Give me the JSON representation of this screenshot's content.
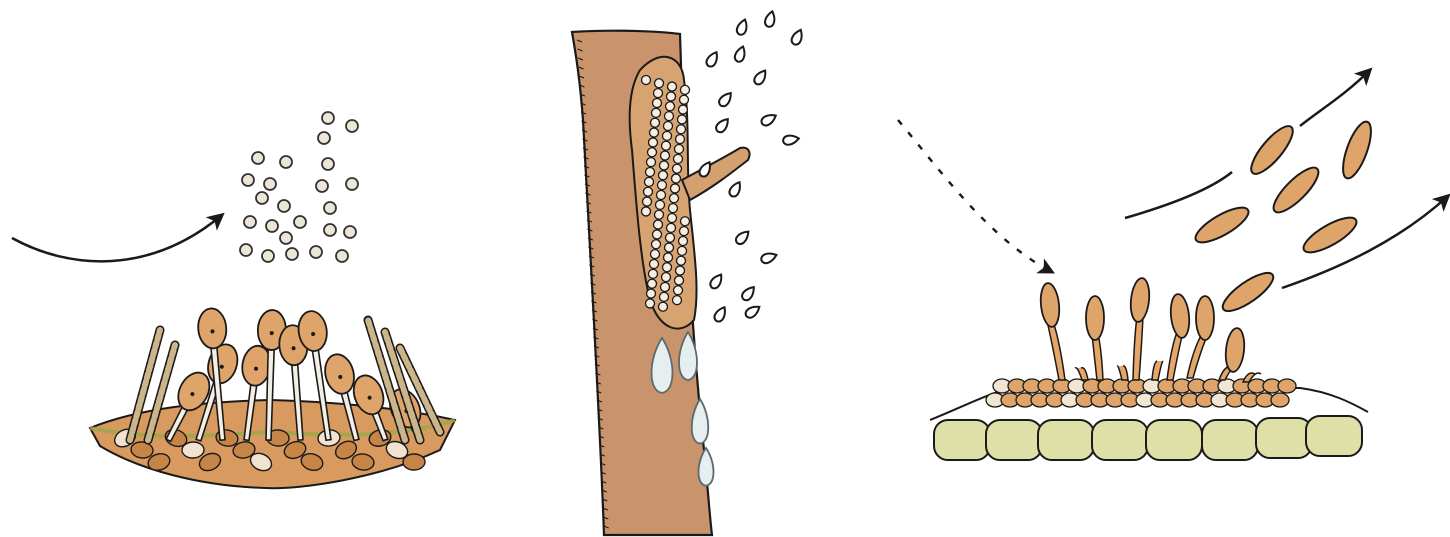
{
  "panels": [
    {
      "id": "acervulus-wind",
      "label": "",
      "icon": "wind-dispersal-arrow"
    },
    {
      "id": "stem-rain-splash",
      "label": "",
      "icon": "rain-splash-droplets"
    },
    {
      "id": "conidiophore-air",
      "label": "",
      "icon": "airborne-spores"
    }
  ],
  "colors": {
    "background": "#ffffff",
    "fungal_tissue": "#dfa46a",
    "fungal_tissue_dark": "#c68446",
    "bark": "#c9946b",
    "host_cells": "#dfe0a8",
    "outline": "#1a1a1a",
    "water": "#e6eef0"
  }
}
